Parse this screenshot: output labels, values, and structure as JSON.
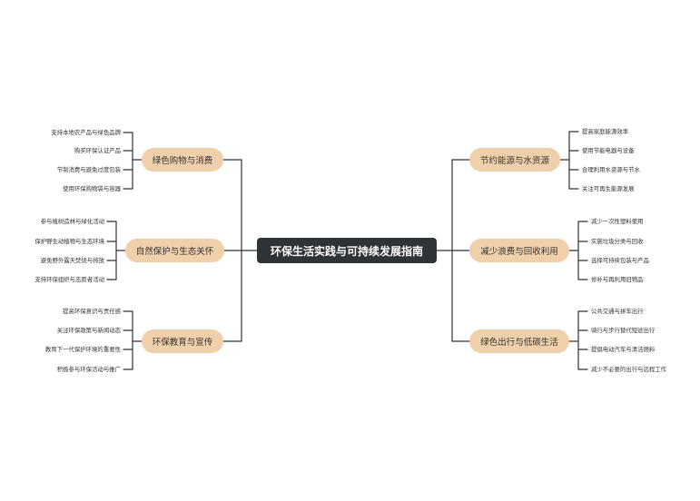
{
  "root": {
    "title": "环保生活实践与可持续发展指南"
  },
  "branches": {
    "green_shopping": {
      "label": "绿色购物与消费",
      "items": [
        "支持本地农产品与绿色品牌",
        "购买环保认证产品",
        "节制消费与避免过度包装",
        "使用环保购物袋与容器"
      ]
    },
    "nature_protection": {
      "label": "自然保护与生态关怀",
      "items": [
        "参与植树造林与绿化活动",
        "保护野生动植物与生态环境",
        "避免野外露天焚烧与排放",
        "支持环保组织与志愿者活动"
      ]
    },
    "env_education": {
      "label": "环保教育与宣传",
      "items": [
        "提高环保意识与责任感",
        "关注环保政策与新闻动态",
        "教育下一代保护环境的重要性",
        "积极参与环保活动与推广"
      ]
    },
    "energy_saving": {
      "label": "节约能源与水资源",
      "items": [
        "提高家庭能源效率",
        "使用节能电器与设备",
        "合理利用水资源与节水",
        "关注可再生能源发展"
      ]
    },
    "waste_reduction": {
      "label": "减少浪费与回收利用",
      "items": [
        "减少一次性塑料使用",
        "实施垃圾分类与回收",
        "选择可持续包装与产品",
        "修补与再利用旧物品"
      ]
    },
    "green_travel": {
      "label": "绿色出行与低碳生活",
      "items": [
        "公共交通与拼车出行",
        "骑行与步行替代短途出行",
        "提倡电动汽车与清洁燃料",
        "减少不必要的出行与远程工作"
      ]
    }
  }
}
